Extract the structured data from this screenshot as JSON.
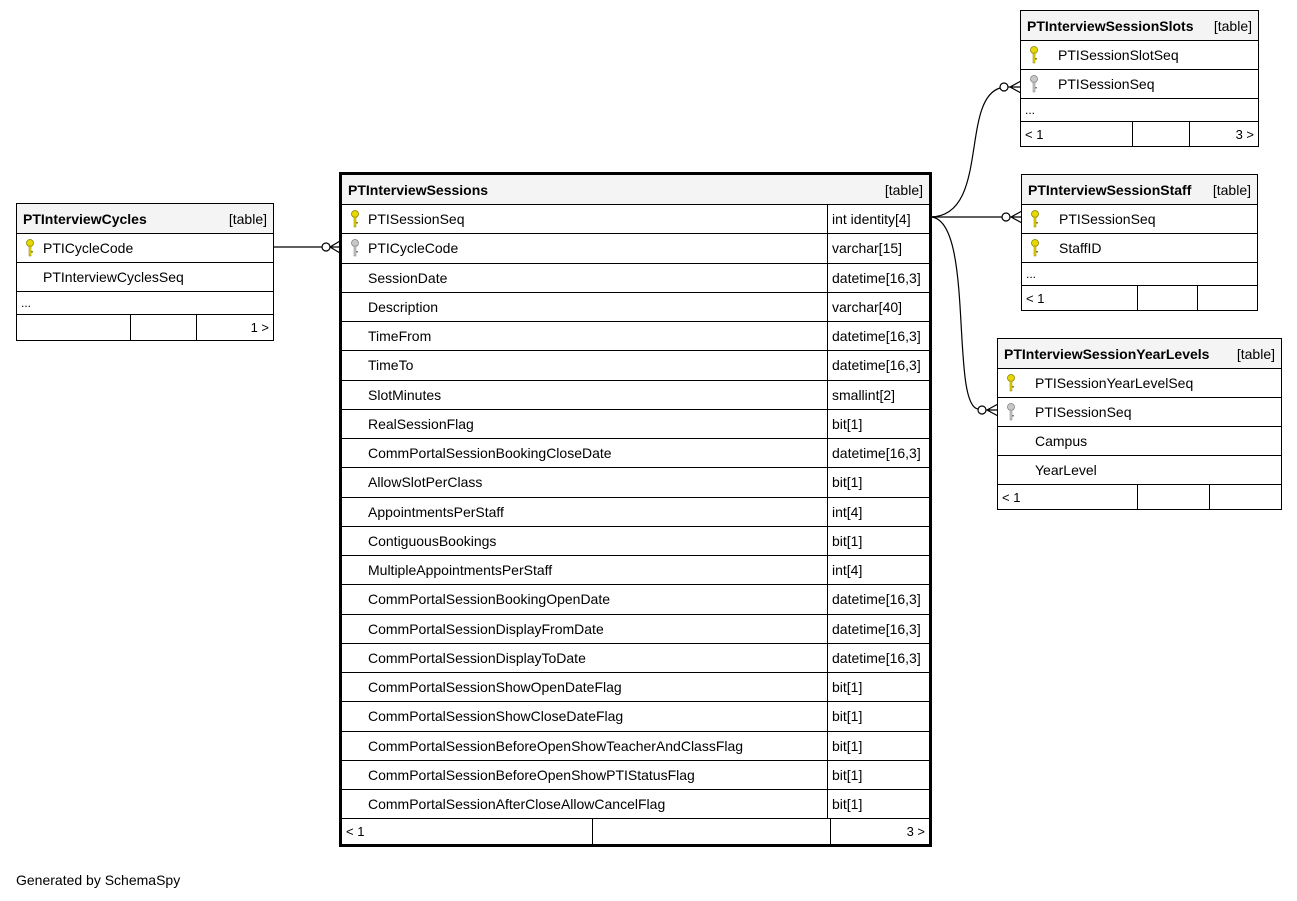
{
  "tables": {
    "cycles": {
      "name": "PTInterviewCycles",
      "type": "[table]",
      "columns": [
        {
          "name": "PTICycleCode",
          "key": "primary"
        },
        {
          "name": "PTInterviewCyclesSeq",
          "key": "none"
        }
      ],
      "ellipsis": "...",
      "footer": {
        "parents": "",
        "children": "1 >"
      }
    },
    "sessions": {
      "name": "PTInterviewSessions",
      "type": "[table]",
      "columns": [
        {
          "name": "PTISessionSeq",
          "type": "int identity[4]",
          "key": "primary"
        },
        {
          "name": "PTICycleCode",
          "type": "varchar[15]",
          "key": "foreign"
        },
        {
          "name": "SessionDate",
          "type": "datetime[16,3]",
          "key": "none"
        },
        {
          "name": "Description",
          "type": "varchar[40]",
          "key": "none"
        },
        {
          "name": "TimeFrom",
          "type": "datetime[16,3]",
          "key": "none"
        },
        {
          "name": "TimeTo",
          "type": "datetime[16,3]",
          "key": "none"
        },
        {
          "name": "SlotMinutes",
          "type": "smallint[2]",
          "key": "none"
        },
        {
          "name": "RealSessionFlag",
          "type": "bit[1]",
          "key": "none"
        },
        {
          "name": "CommPortalSessionBookingCloseDate",
          "type": "datetime[16,3]",
          "key": "none"
        },
        {
          "name": "AllowSlotPerClass",
          "type": "bit[1]",
          "key": "none"
        },
        {
          "name": "AppointmentsPerStaff",
          "type": "int[4]",
          "key": "none"
        },
        {
          "name": "ContiguousBookings",
          "type": "bit[1]",
          "key": "none"
        },
        {
          "name": "MultipleAppointmentsPerStaff",
          "type": "int[4]",
          "key": "none"
        },
        {
          "name": "CommPortalSessionBookingOpenDate",
          "type": "datetime[16,3]",
          "key": "none"
        },
        {
          "name": "CommPortalSessionDisplayFromDate",
          "type": "datetime[16,3]",
          "key": "none"
        },
        {
          "name": "CommPortalSessionDisplayToDate",
          "type": "datetime[16,3]",
          "key": "none"
        },
        {
          "name": "CommPortalSessionShowOpenDateFlag",
          "type": "bit[1]",
          "key": "none"
        },
        {
          "name": "CommPortalSessionShowCloseDateFlag",
          "type": "bit[1]",
          "key": "none"
        },
        {
          "name": "CommPortalSessionBeforeOpenShowTeacherAndClassFlag",
          "type": "bit[1]",
          "key": "none"
        },
        {
          "name": "CommPortalSessionBeforeOpenShowPTIStatusFlag",
          "type": "bit[1]",
          "key": "none"
        },
        {
          "name": "CommPortalSessionAfterCloseAllowCancelFlag",
          "type": "bit[1]",
          "key": "none"
        }
      ],
      "footer": {
        "parents": "< 1",
        "children": "3 >"
      }
    },
    "slots": {
      "name": "PTInterviewSessionSlots",
      "type": "[table]",
      "columns": [
        {
          "name": "PTISessionSlotSeq",
          "key": "primary"
        },
        {
          "name": "PTISessionSeq",
          "key": "foreign"
        }
      ],
      "ellipsis": "...",
      "footer": {
        "parents": "< 1",
        "children": "3 >"
      }
    },
    "staff": {
      "name": "PTInterviewSessionStaff",
      "type": "[table]",
      "columns": [
        {
          "name": "PTISessionSeq",
          "key": "primary"
        },
        {
          "name": "StaffID",
          "key": "primary"
        }
      ],
      "ellipsis": "...",
      "footer": {
        "parents": "< 1",
        "children": ""
      }
    },
    "yearlevels": {
      "name": "PTInterviewSessionYearLevels",
      "type": "[table]",
      "columns": [
        {
          "name": "PTISessionYearLevelSeq",
          "key": "primary"
        },
        {
          "name": "PTISessionSeq",
          "key": "foreign"
        },
        {
          "name": "Campus",
          "key": "none"
        },
        {
          "name": "YearLevel",
          "key": "none"
        }
      ],
      "footer": {
        "parents": "< 1",
        "children": ""
      }
    }
  },
  "colors": {
    "primary_key": "#e6d800",
    "foreign_key": "#b0b0b0",
    "header_bg": "#f4f4f4"
  },
  "generated_by": "Generated by SchemaSpy"
}
